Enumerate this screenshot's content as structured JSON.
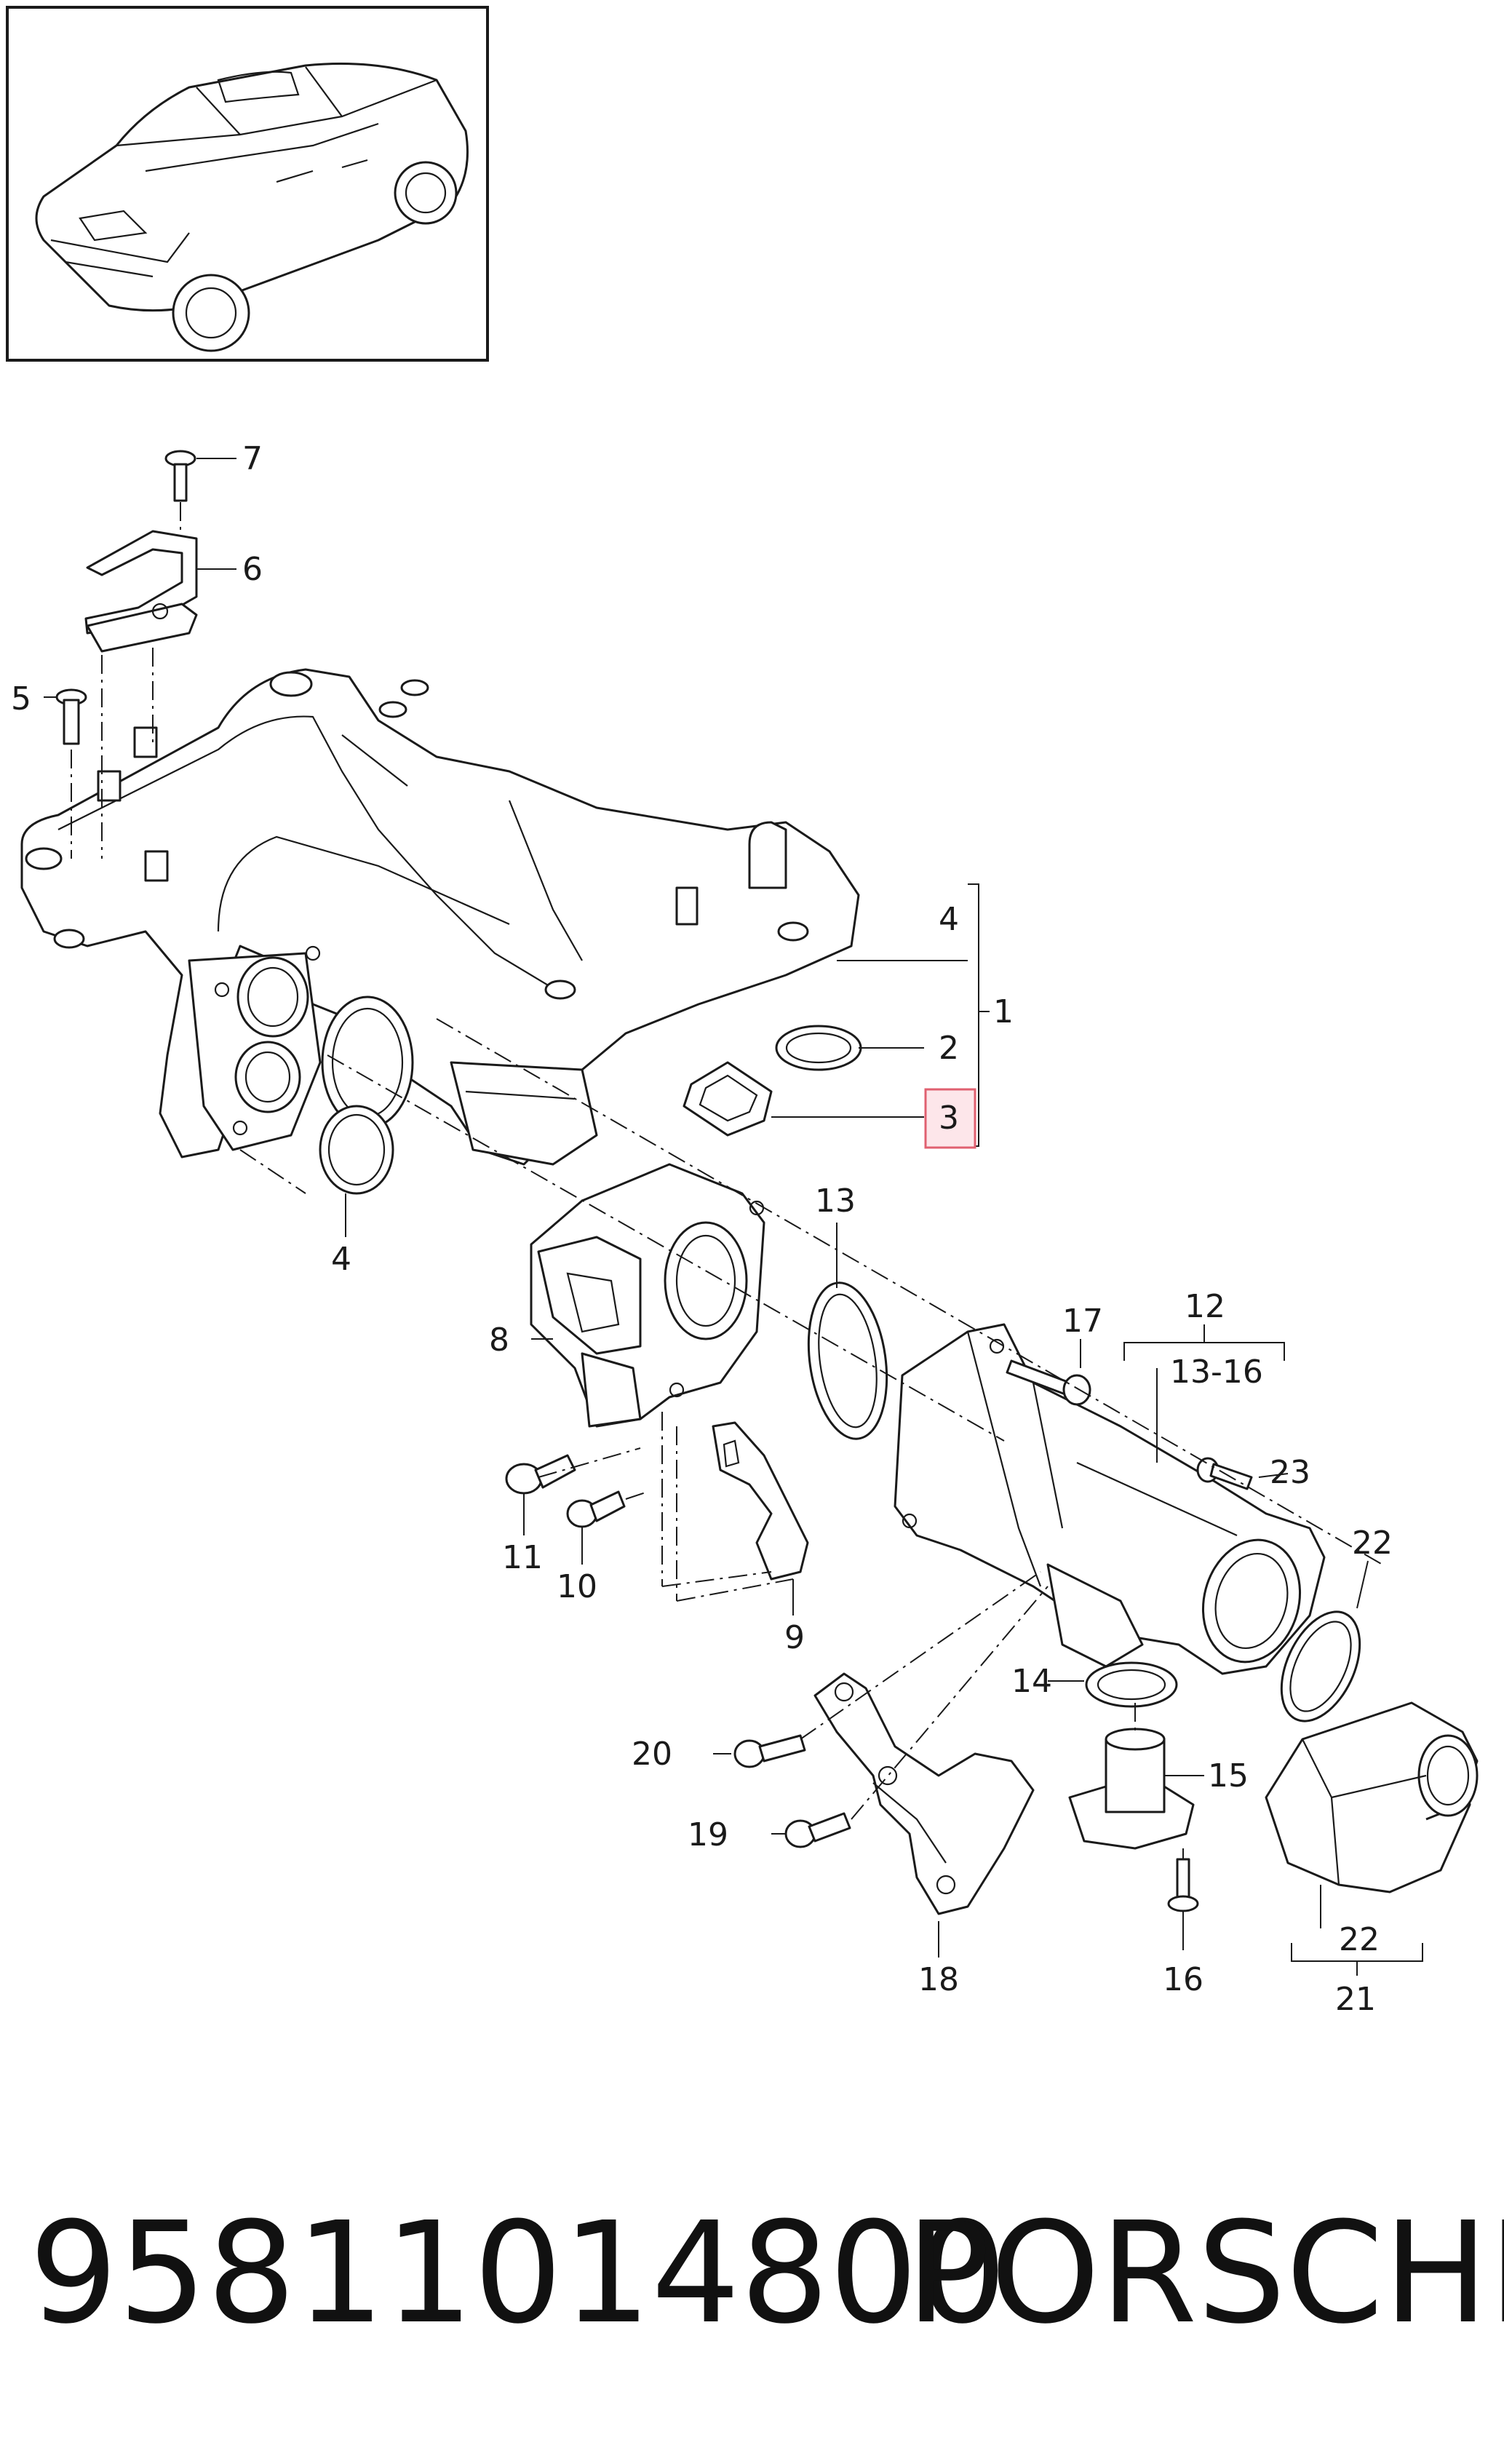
{
  "callouts": {
    "c1": "1",
    "c2": "2",
    "c3": "3",
    "c4a": "4",
    "c4b": "4",
    "c5": "5",
    "c6": "6",
    "c7": "7",
    "c8": "8",
    "c9": "9",
    "c10": "10",
    "c11": "11",
    "c12": "12",
    "c13": "13",
    "c13_16": "13-16",
    "c14": "14",
    "c15": "15",
    "c16": "16",
    "c17": "17",
    "c18": "18",
    "c19": "19",
    "c20": "20",
    "c21": "21",
    "c22a": "22",
    "c22b": "22",
    "c23": "23"
  },
  "caption": {
    "part_number": "95811014800",
    "brand": "PORSCHE"
  },
  "colors": {
    "highlight_border": "#e06070",
    "highlight_fill": "#fde6ea",
    "line": "#1a1a1a"
  }
}
